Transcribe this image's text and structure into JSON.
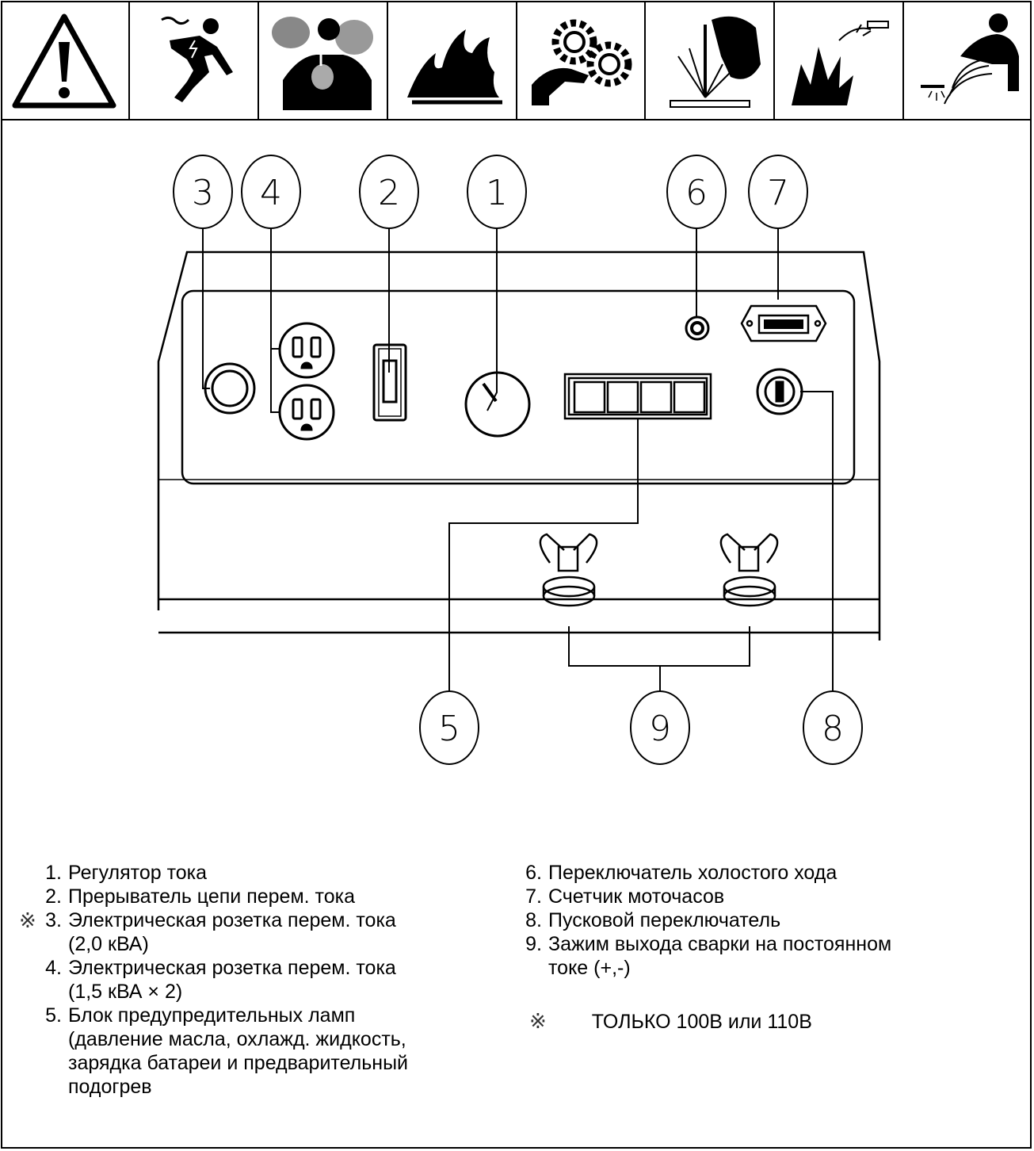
{
  "hazard_icons": [
    "warning-triangle-icon",
    "electric-shock-icon",
    "toxic-fumes-icon",
    "fire-icon",
    "rotating-gears-icon",
    "arc-rays-icon",
    "explosion-icon",
    "hot-parts-icon"
  ],
  "callouts": {
    "c1": "1",
    "c2": "2",
    "c3": "3",
    "c4": "4",
    "c5": "5",
    "c6": "6",
    "c7": "7",
    "c8": "8",
    "c9": "9"
  },
  "legend_left": [
    {
      "num": "1.",
      "text": "Регулятор тока",
      "mark": ""
    },
    {
      "num": "2.",
      "text": "Прерыватель цепи перем. тока",
      "mark": ""
    },
    {
      "num": "3.",
      "text": "Электрическая розетка перем. тока",
      "cont": "(2,0 кВА)",
      "mark": "※"
    },
    {
      "num": "4.",
      "text": "Электрическая розетка перем. тока",
      "cont": "(1,5 кВА × 2)",
      "mark": ""
    },
    {
      "num": "5.",
      "text": "Блок предупредительных ламп",
      "cont": "(давление масла, охлажд. жидкость,",
      "cont2": "зарядка батареи и предварительный",
      "cont3": "подогрев",
      "mark": ""
    }
  ],
  "legend_right": [
    {
      "num": "6.",
      "text": "Переключатель холостого хода"
    },
    {
      "num": "7.",
      "text": "Счетчик моточасов"
    },
    {
      "num": "8.",
      "text": "Пусковой переключатель"
    },
    {
      "num": "9.",
      "text": "Зажим выхода сварки на постоянном",
      "cont": "токе (+,-)"
    }
  ],
  "note": {
    "mark": "※",
    "text": "ТОЛЬКО 100В или 110В"
  }
}
